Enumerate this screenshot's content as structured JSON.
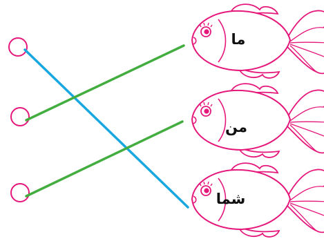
{
  "words": [
    "ما",
    "من",
    "شما"
  ],
  "colors": {
    "fish_outline": "#e5177b",
    "fish_fill": "#ffffff",
    "circle": "#e5177b",
    "line_blue": "#19a7e0",
    "line_green": "#43ad3f",
    "eye": "#e5177b"
  },
  "icons": [
    "fish-icon",
    "answer-circle"
  ]
}
